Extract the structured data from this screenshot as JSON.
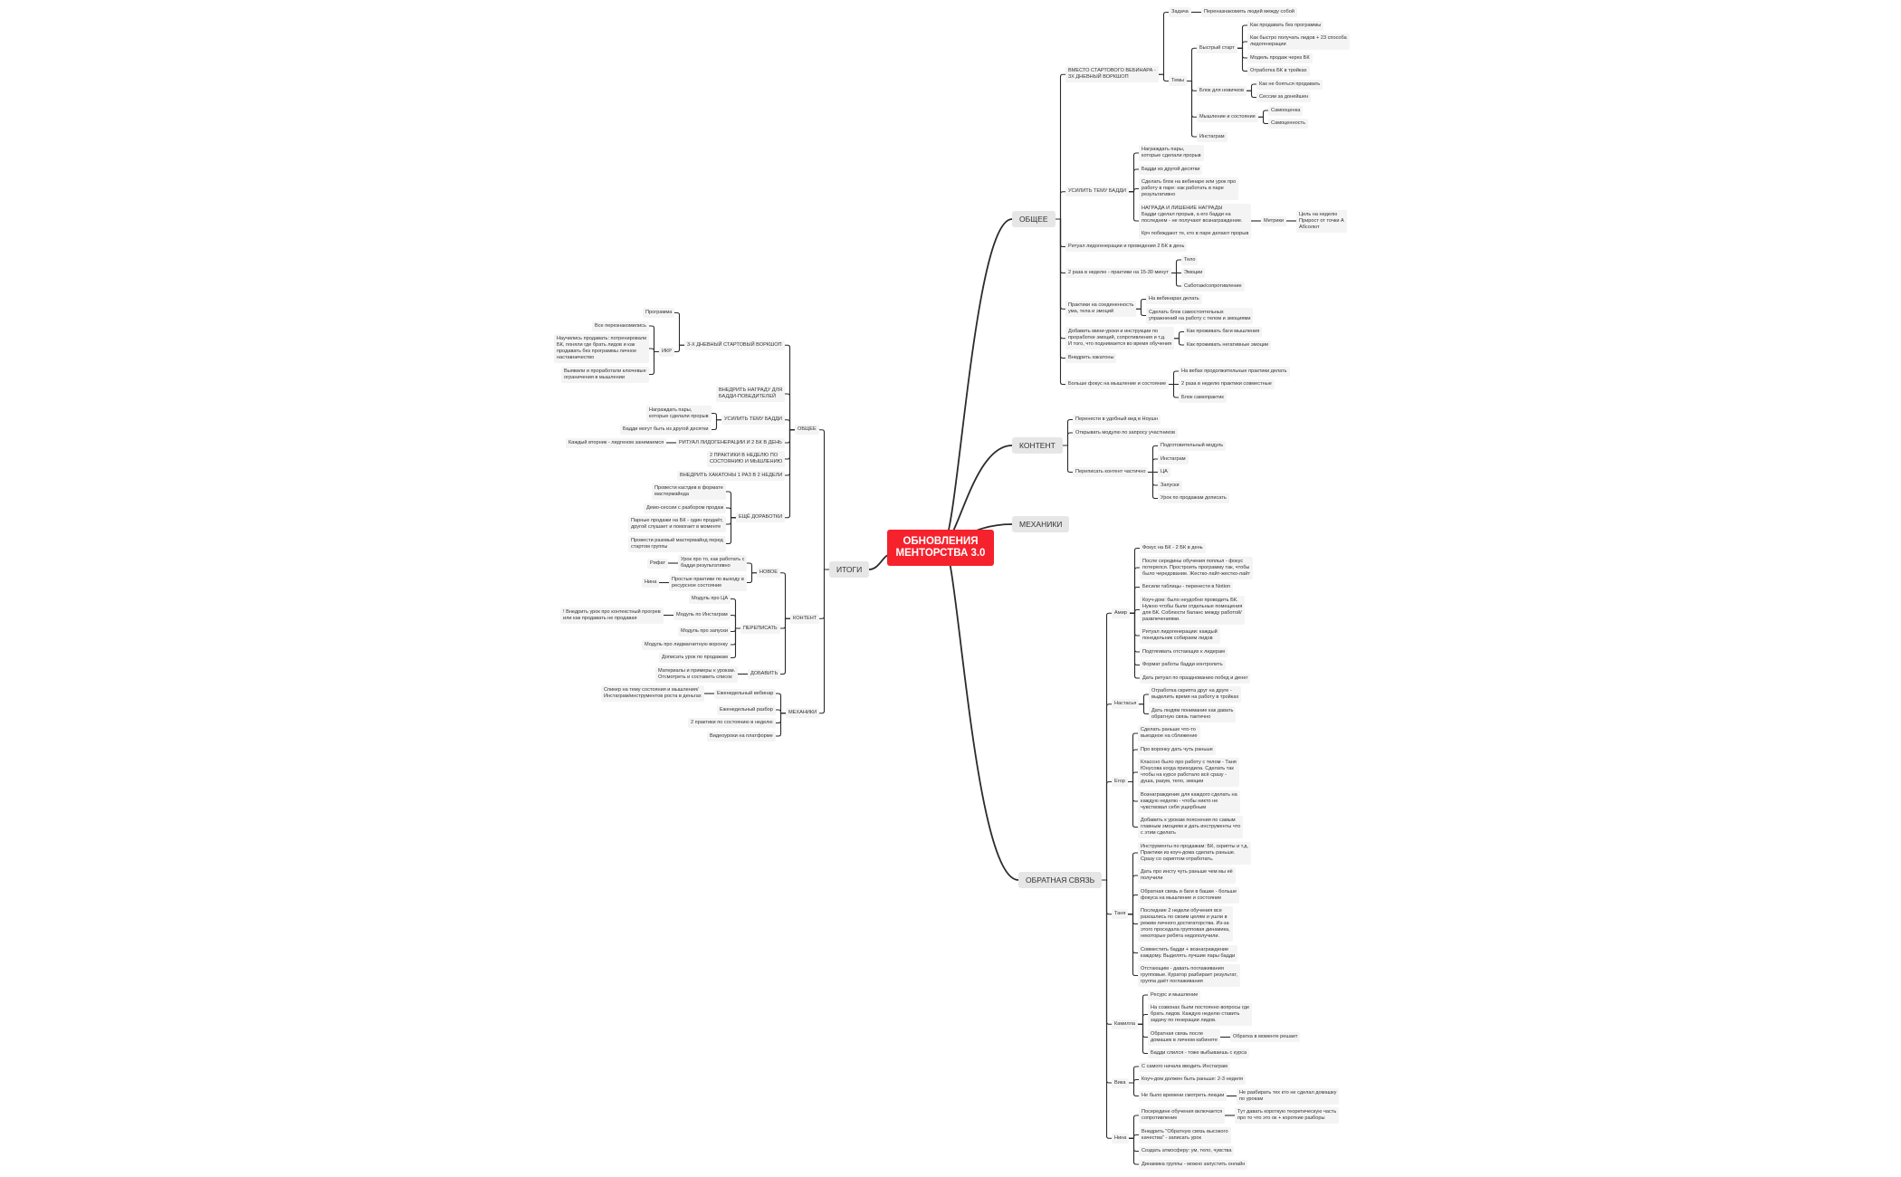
{
  "title": "ОБНОВЛЕНИЯ\nМЕНТОРСТВА 3.0",
  "accent_color": "#f5222d",
  "right": [
    {
      "text": "ОБЩЕЕ",
      "children": [
        {
          "text": "ВМЕСТО СТАРТОВОГО ВЕБИНАРА -\n3Х ДНЕВНЫЙ ВОРКШОП",
          "children": [
            {
              "text": "Задача",
              "children": [
                {
                  "text": "Переназнакомить людей между собой"
                }
              ]
            },
            {
              "text": "Темы",
              "children": [
                {
                  "text": "Быстрый старт",
                  "children": [
                    {
                      "text": "Как продавать без программы"
                    },
                    {
                      "text": "Как быстро получать лидов + 23 способа\nлидогенерации"
                    },
                    {
                      "text": "Модель продаж через БК"
                    },
                    {
                      "text": "Отработка БК в тройках"
                    }
                  ]
                },
                {
                  "text": "Блок для новичков",
                  "children": [
                    {
                      "text": "Как не бояться продавать"
                    },
                    {
                      "text": "Сессии за донейшен"
                    }
                  ]
                },
                {
                  "text": "Мышление и состояние",
                  "children": [
                    {
                      "text": "Самооценка"
                    },
                    {
                      "text": "Самоценность"
                    }
                  ]
                },
                {
                  "text": "Инстаграм"
                }
              ]
            }
          ]
        },
        {
          "text": "УСИЛИТЬ ТЕМУ БАДДИ",
          "children": [
            {
              "text": "Награждать пары,\nкоторые сделали прорыв"
            },
            {
              "text": "Бадди из другой десятки"
            },
            {
              "text": "Сделать блок на вебинаре или урок про\nработу в паре: как работать в паре\nрезультативно"
            },
            {
              "text": "НАГРАДА И ЛИШЕНИЕ НАГРАДЫ\nБадди сделал прорыв, а его бадди на\nпоследнем - не получают вознаграждение.\n\nКрч побеждают те, кто в паре делают прорыв",
              "children": [
                {
                  "text": "Метрики",
                  "children": [
                    {
                      "text": "Цель на неделю\nПрирост от точки А\nАбсолют"
                    }
                  ]
                }
              ]
            }
          ]
        },
        {
          "text": "Ритуал лидогенерации и проведения 2 БК в день"
        },
        {
          "text": "2 раза в неделю - практики на 15-30 минут",
          "children": [
            {
              "text": "Тело"
            },
            {
              "text": "Эмоции"
            },
            {
              "text": "Саботаж/сопротивление"
            }
          ]
        },
        {
          "text": "Практики на соединенность\nума, тела и эмоций",
          "children": [
            {
              "text": "На вебинарах делать"
            },
            {
              "text": "Сделать блок самостоятельных\nупражнений на работу с телом и эмоциями"
            }
          ]
        },
        {
          "text": "Добавить мини-уроки и инструкции по\nпроработке эмоций, сопротивления и т.д.\nИ того, что поднимается во время обучения",
          "children": [
            {
              "text": "Как проживать баги мышления"
            },
            {
              "text": "Как проживать негативные эмоции"
            }
          ]
        },
        {
          "text": "Внедрить хакатоны"
        },
        {
          "text": "Больше фокус на мышление и состояние",
          "children": [
            {
              "text": "На вебах продолжительные практики делать"
            },
            {
              "text": "2 раза в неделю практики совместные"
            },
            {
              "text": "Блок самопрактик"
            }
          ]
        }
      ]
    },
    {
      "text": "КОНТЕНТ",
      "children": [
        {
          "text": "Перенести в удобный вид в Ноушн"
        },
        {
          "text": "Открывать модулю по запросу участников"
        },
        {
          "text": "Переписать контент частично",
          "children": [
            {
              "text": "Подготовительный модуль"
            },
            {
              "text": "Инстаграм"
            },
            {
              "text": "ЦА"
            },
            {
              "text": "Запуски"
            },
            {
              "text": "Урок по продажам дописать"
            }
          ]
        }
      ]
    },
    {
      "text": "МЕХАНИКИ"
    },
    {
      "text": "ОБРАТНАЯ СВЯЗЬ",
      "children": [
        {
          "text": "Амир",
          "children": [
            {
              "text": "Фокус на БК - 2 БК в день"
            },
            {
              "text": "После середины обучения поплыл - фокус\nпотерялся. Простроить программу так, чтобы\nбыло чередование. Жестко-лайт-жестко-лайт"
            },
            {
              "text": "Бесили таблицы - перенести в Notion"
            },
            {
              "text": "Коуч-дом: было неудобно проводить БК.\nНужно чтобы были отдельные помещения\nдля БК. Соблюсти баланс между работой/\nразвлечениями."
            },
            {
              "text": "Ритуал лидогенерации: каждый\nпонедельник собираем лидов"
            },
            {
              "text": "Подтягивать отстающих к лидерам"
            },
            {
              "text": "Формат работы бадди контролить"
            },
            {
              "text": "Дать ритуал по празднованию побед и денег"
            }
          ]
        },
        {
          "text": "Настасья",
          "children": [
            {
              "text": "Отработка скрипта друг на друге -\nвыделить время на работу в тройках"
            },
            {
              "text": "Дать людям понимание как давать\nобратную связь тактично"
            }
          ]
        },
        {
          "text": "Егор",
          "children": [
            {
              "text": "Сделать раньше что-то\nвыездное на сближение"
            },
            {
              "text": "Про воронку дать чуть раньше"
            },
            {
              "text": "Классно было про работу с телом - Таня\nЮнусова когда приходила. Сделать так\nчтобы на курсе работало всё сразу -\nдуша, разум, тело, эмоции"
            },
            {
              "text": "Вознаграждение для каждого сделать на\nкаждую неделю - чтобы никто не\nчувствовал себя ущербным"
            },
            {
              "text": "Добавить к урокам пояснения по самым\nглавным эмоциям и дать инструменты что\nс этим сделать"
            }
          ]
        },
        {
          "text": "Таня",
          "children": [
            {
              "text": "Инструменты по продажам: БК, скрипты и т.д.\nПрактики из коуч-дома сделать раньше.\nСразу со скриптом отработать."
            },
            {
              "text": "Дать про инсту чуть раньше чем мы её\nполучили"
            },
            {
              "text": "Обратная связь и баги в башке - больше\nфокуса на мышление и состояние"
            },
            {
              "text": "Последние 2 недели обучения все\nразошлись по своим целям и ушли в\nрежим личного достигаторства. Из-за\nэтого проседала групповая динамика,\nнекоторые ребята недополучили."
            },
            {
              "text": "Совместить бадди + вознаграждение\nкаждому. Выделять лучшие пары бадди"
            },
            {
              "text": "Отстающим - давать поглаживания\nгрупповые. Куратор разбирает результат,\nгруппа даёт поглаживания"
            }
          ]
        },
        {
          "text": "Камилла",
          "children": [
            {
              "text": "Ресурс и мышление"
            },
            {
              "text": "На созвонах были постоянно вопросы где\nбрать лидов. Каждую неделю ставить\nзадачу по генерации лидов."
            },
            {
              "text": "Обратная связь после\nдомашек в личном кабинете",
              "children": [
                {
                  "text": "Обратка в моменте решает"
                }
              ]
            },
            {
              "text": "Бадди слился - тоже выбываешь с курса"
            }
          ]
        },
        {
          "text": "Вика",
          "children": [
            {
              "text": "С самого начала вводить Инстаграм"
            },
            {
              "text": "Коуч-дом должен быть раньше: 2-3 неделя"
            },
            {
              "text": "Не было времени смотреть лекции",
              "children": [
                {
                  "text": "Не разбирать тех кто не сделал домашку\nпо урокам"
                }
              ]
            }
          ]
        },
        {
          "text": "Нина",
          "children": [
            {
              "text": "Посередине обучения включается\nсопротивление",
              "children": [
                {
                  "text": "Тут давать короткую теоретическую часть\nпро то что это ок + короткие разборы"
                }
              ]
            },
            {
              "text": "Внедрить \"Обратную связь высокого\nкачества\" - записать урок"
            },
            {
              "text": "Создать атмосферу: ум, тело, чувства"
            },
            {
              "text": "Динамика группы - можно запустить онлайн"
            }
          ]
        }
      ]
    }
  ],
  "left": [
    {
      "text": "ИТОГИ",
      "children": [
        {
          "text": "ОБЩЕЕ",
          "children": [
            {
              "text": "3-Х ДНЕВНЫЙ СТАРТОВЫЙ ВОРКШОП",
              "children": [
                {
                  "text": "Программа"
                },
                {
                  "text": "ИКР",
                  "children": [
                    {
                      "text": "Все перезнакомились"
                    },
                    {
                      "text": "Научились продавать: потренировали\nБК, поняли где брать лидов и как\nпродавать без программы личное\nнаставничество"
                    },
                    {
                      "text": "Выявили и проработали ключевые\nограничения в мышлении"
                    }
                  ]
                }
              ]
            },
            {
              "text": "ВНЕДРИТЬ НАГРАДУ ДЛЯ\nБАДДИ-ПОБЕДИТЕЛЕЙ"
            },
            {
              "text": "УСИЛИТЬ ТЕМУ БАДДИ",
              "children": [
                {
                  "text": "Награждать пары,\nкоторые сделали прорыв"
                },
                {
                  "text": "Бадди могут быть из другой десятки"
                }
              ]
            },
            {
              "text": "РИТУАЛ ЛИДОГЕНЕРАЦИИ И 2 БК В ДЕНЬ",
              "children": [
                {
                  "text": "Каждый вторник - лидгеном занимаемся"
                }
              ]
            },
            {
              "text": "2 ПРАКТИКИ В НЕДЕЛЮ ПО\nСОСТОЯНИЮ И МЫШЛЕНИЮ"
            },
            {
              "text": "ВНЕДРИТЬ ХАКАТОНЫ 1 РАЗ В 2 НЕДЕЛИ"
            },
            {
              "text": "ЕЩЁ ДОРАБОТКИ",
              "children": [
                {
                  "text": "Провести кастдев в формате\nмастермайнда"
                },
                {
                  "text": "Демо-сессии с разбором продаж"
                },
                {
                  "text": "Парные продажи на БК - один продаёт,\nдругой слушает и помогает в моменте"
                },
                {
                  "text": "Провести разовый мастермайнд перед\nстартом группы"
                }
              ]
            }
          ]
        },
        {
          "text": "КОНТЕНТ",
          "children": [
            {
              "text": "НОВОЕ",
              "children": [
                {
                  "text": "Урок про то, как работать с\nбадди результативно",
                  "children": [
                    {
                      "text": "Рифат"
                    }
                  ]
                },
                {
                  "text": "Простые практики по выходу в\nресурсное состояние",
                  "children": [
                    {
                      "text": "Нина"
                    }
                  ]
                }
              ]
            },
            {
              "text": "ПЕРЕПИСАТЬ",
              "children": [
                {
                  "text": "Модуль про ЦА"
                },
                {
                  "text": "Модуль по Инстаграм",
                  "children": [
                    {
                      "text": "! Внедрить урок про контекстный прогрев\nили как продавать не продавая"
                    }
                  ]
                },
                {
                  "text": "Модуль про запуски"
                },
                {
                  "text": "Модуль про лидмагнитную воронку"
                },
                {
                  "text": "Дописать урок по продажам"
                }
              ]
            },
            {
              "text": "ДОБАВИТЬ",
              "children": [
                {
                  "text": "Материалы и примеры к урокам.\nОтсмотреть и составить список"
                }
              ]
            }
          ]
        },
        {
          "text": "МЕХАНИКИ",
          "children": [
            {
              "text": "Еженедельный вебинар",
              "children": [
                {
                  "text": "Спикер на тему состояния и мышления/\nИнстаграм/инструментов роста в деньгах"
                }
              ]
            },
            {
              "text": "Еженедельный разбор"
            },
            {
              "text": "2 практики по состоянию в неделю"
            },
            {
              "text": "Видеоуроки на платформе"
            }
          ]
        }
      ]
    }
  ]
}
